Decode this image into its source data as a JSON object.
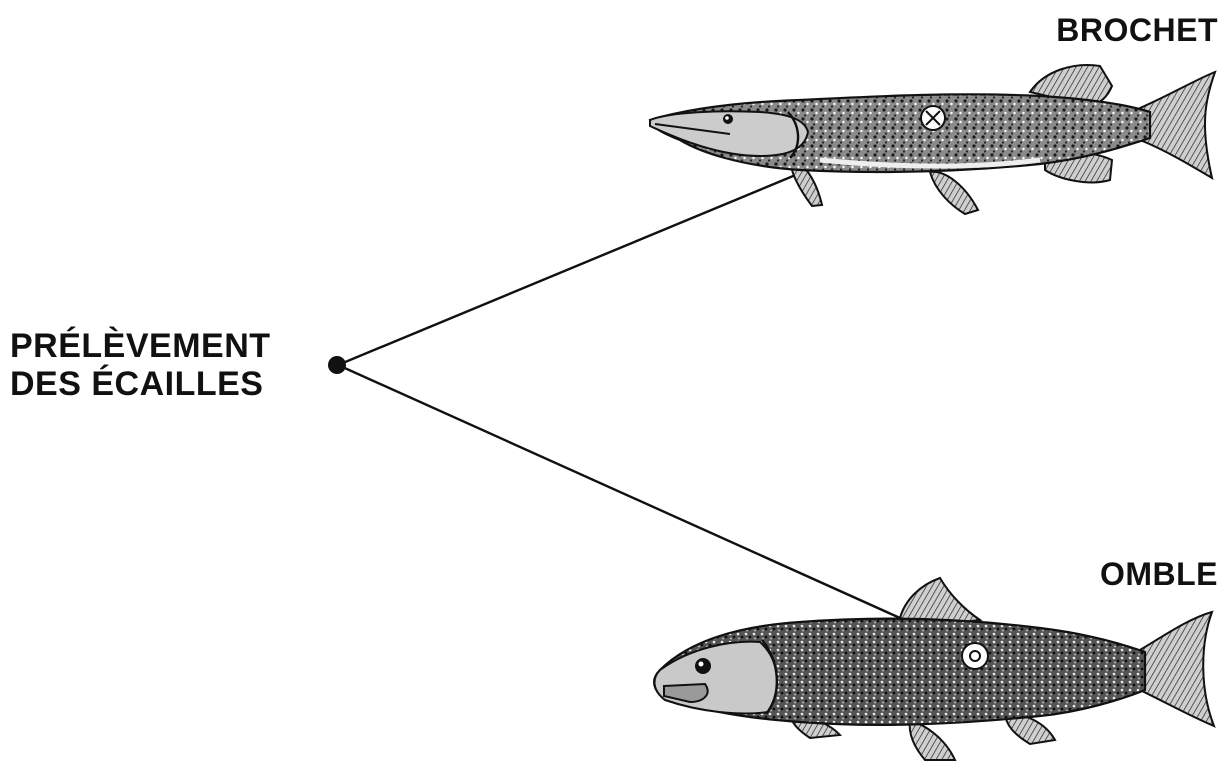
{
  "diagram": {
    "origin_label": {
      "line1": "PRÉLÈVEMENT",
      "line2": "DES ÉCAILLES"
    },
    "fish": [
      {
        "name": "BROCHET",
        "icon": "pike-icon"
      },
      {
        "name": "OMBLE",
        "icon": "char-icon"
      }
    ],
    "colors": {
      "ink": "#111111",
      "background": "#ffffff"
    }
  }
}
